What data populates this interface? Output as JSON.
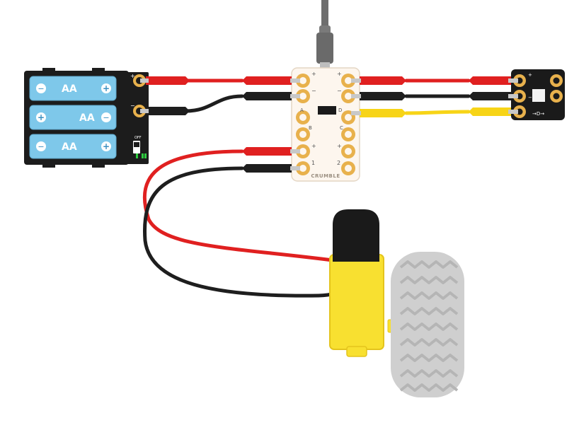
{
  "colors": {
    "battery_cell": "#7ec8ea",
    "battery_case": "#1c1c1c",
    "board_body": "#fdf6ee",
    "board_pad": "#e8b14c",
    "wire_red": "#e02020",
    "wire_black": "#1e1e1e",
    "wire_yellow": "#f7d417",
    "usb_cable": "#707070",
    "motor_body": "#f8e030",
    "motor_cap": "#1a1a1a",
    "wheel": "#cfcfcf",
    "sparkle_board": "#1a1a1a"
  },
  "battery_pack": {
    "cells": [
      {
        "label": "AA",
        "minus": "−",
        "plus": "+"
      },
      {
        "label": "AA",
        "minus": "−",
        "plus": "+"
      },
      {
        "label": "AA",
        "minus": "−",
        "plus": "+"
      }
    ],
    "switch_label": "OFF",
    "plus_mark": "+",
    "minus_mark": "−"
  },
  "crumble_board": {
    "name": "CRUMBLE",
    "left_labels": [
      "+",
      "−",
      "A",
      "B",
      "+",
      "1"
    ],
    "right_labels": [
      "+",
      "−",
      "D",
      "C",
      "+",
      "2"
    ]
  },
  "sparkle": {
    "plus": "+",
    "minus": "−",
    "data_label": "→D→"
  },
  "icons": [
    "usb-connector-icon",
    "crocodile-clip-icon",
    "switch-icon"
  ]
}
